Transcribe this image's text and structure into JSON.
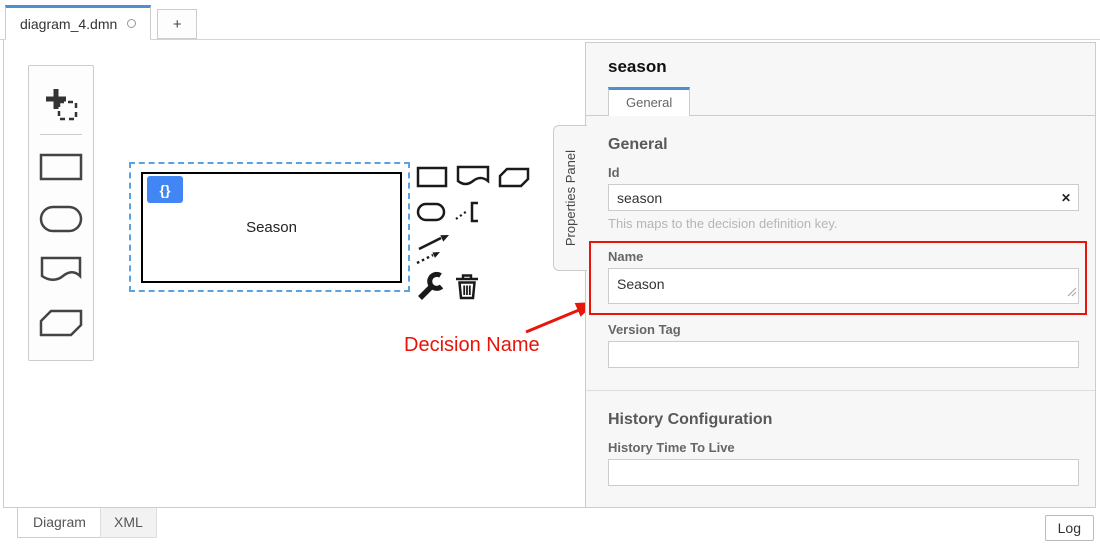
{
  "colors": {
    "accent_blue": "#4a90d2",
    "badge_blue": "#4285f4",
    "selection_blue": "#5da2e0",
    "annotation_red": "#e8150b",
    "panel_bg": "#f7f7f7"
  },
  "tabbar": {
    "tabs": [
      {
        "label": "diagram_4.dmn",
        "dirty": true
      }
    ],
    "new_tab_label": "+"
  },
  "canvas": {
    "palette": {
      "tools": [
        "lasso-tool"
      ],
      "shapes": [
        "create-decision",
        "create-input-data",
        "create-knowledge-source",
        "create-business-knowledge-model"
      ]
    },
    "decision": {
      "name": "Season",
      "badge": "{}"
    },
    "context_pad": [
      "append-decision",
      "append-knowledge-source",
      "append-business-knowledge-model",
      "append-input-data",
      "append-text-annotation",
      "connect",
      "change-type",
      "delete"
    ],
    "annotation": {
      "label": "Decision Name"
    }
  },
  "properties_panel": {
    "toggle_label": "Properties Panel",
    "header": "season",
    "tab": "General",
    "groups": [
      {
        "title": "General",
        "fields": [
          {
            "label": "Id",
            "value": "season",
            "clear_icon": "✕",
            "description": "This maps to the decision definition key."
          },
          {
            "label": "Name",
            "value": "Season",
            "highlighted": true
          },
          {
            "label": "Version Tag",
            "value": ""
          }
        ]
      },
      {
        "title": "History Configuration",
        "fields": [
          {
            "label": "History Time To Live",
            "value": ""
          }
        ]
      }
    ]
  },
  "bottombar": {
    "tabs": [
      {
        "label": "Diagram",
        "active": true
      },
      {
        "label": "XML",
        "active": false
      }
    ],
    "log_button": "Log"
  }
}
